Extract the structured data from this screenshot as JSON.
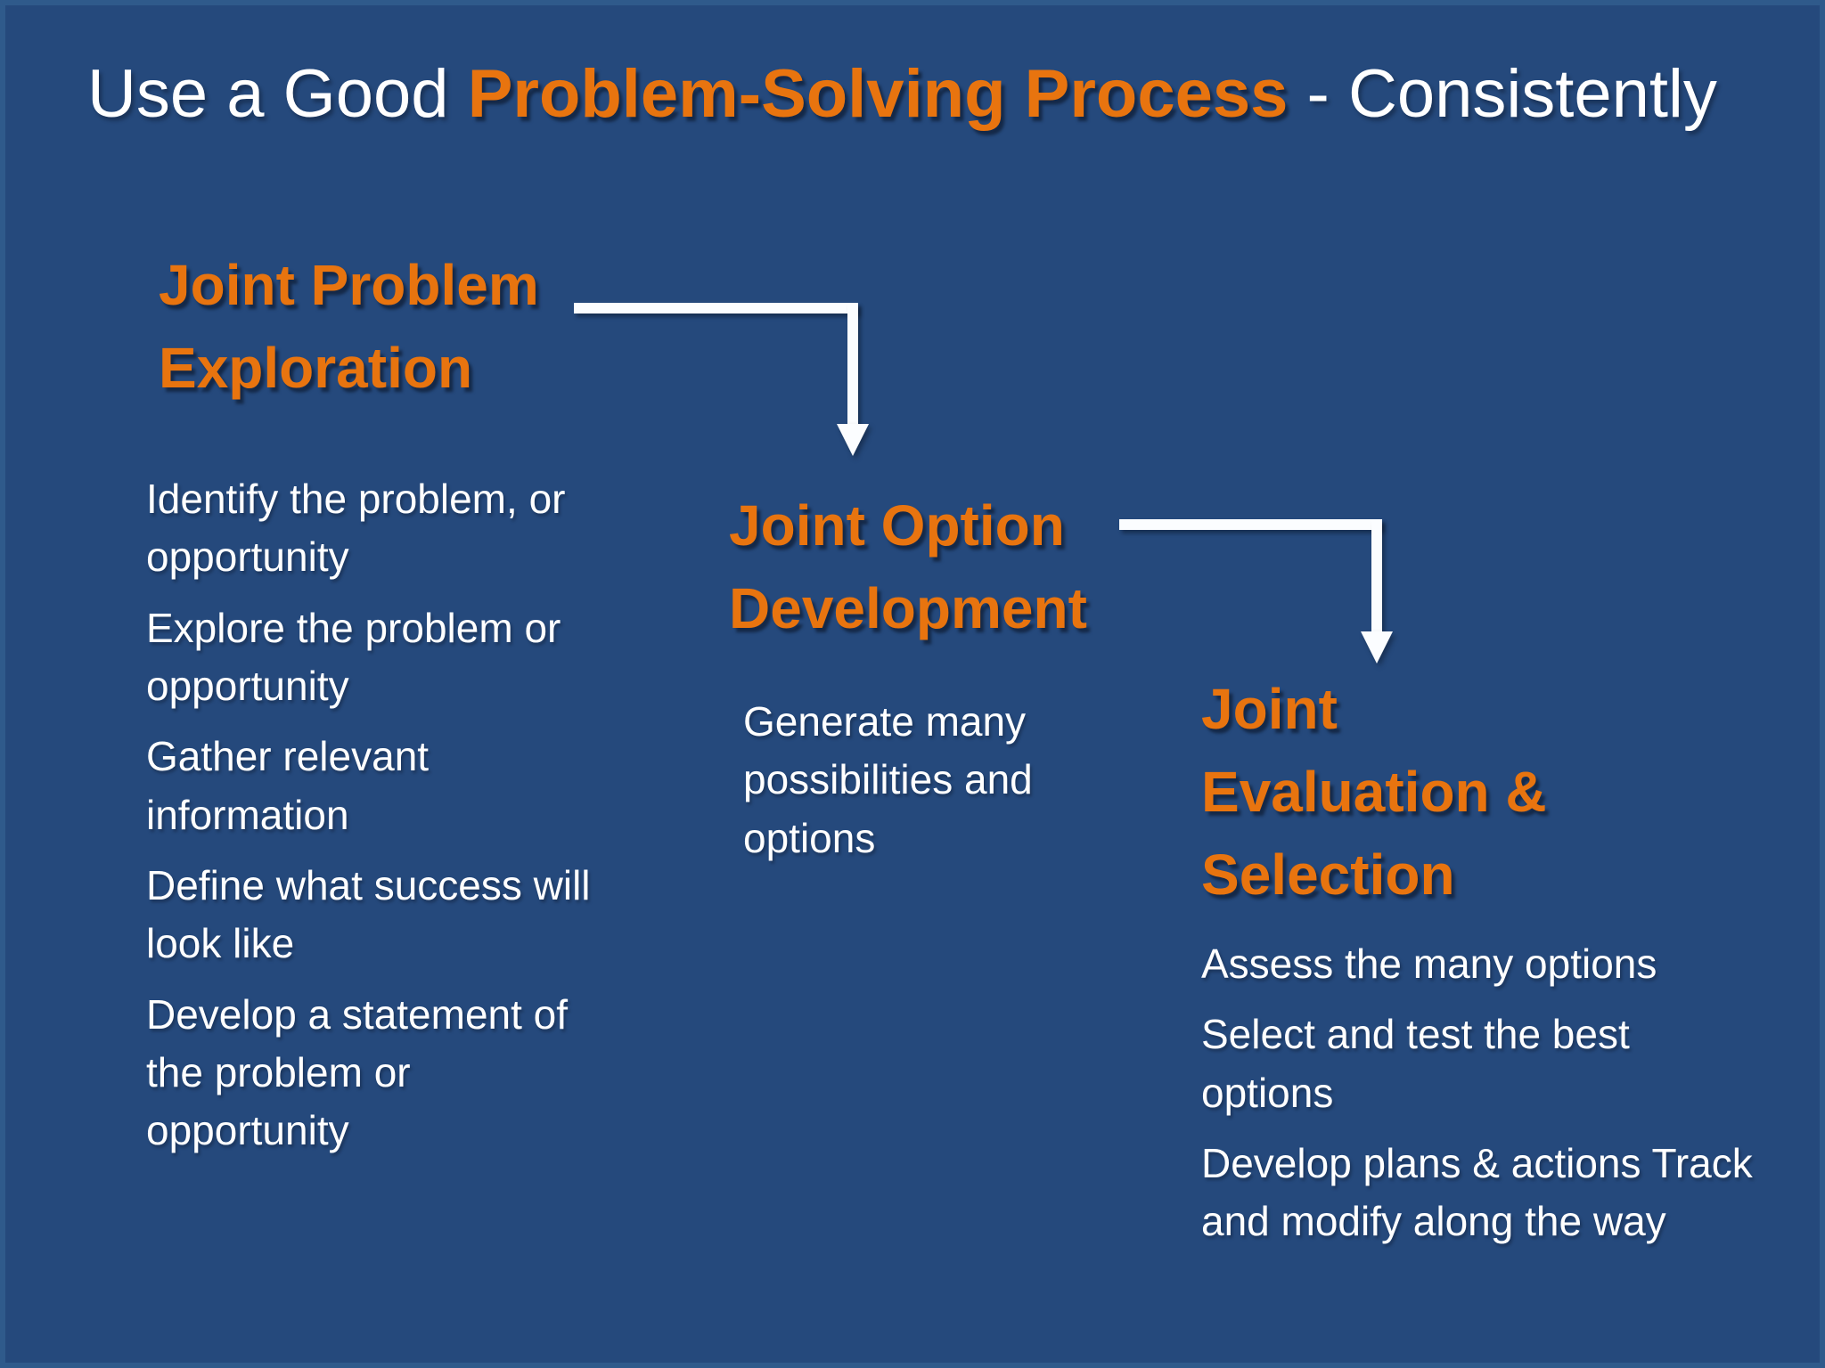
{
  "title": {
    "prefix": "Use a Good ",
    "highlight": "Problem-Solving Process",
    "suffix": " - Consistently"
  },
  "stages": [
    {
      "heading": "Joint Problem\nExploration",
      "items": [
        "Identify the problem, or\nopportunity",
        "Explore the problem or\nopportunity",
        "Gather relevant\ninformation",
        "Define what success will\nlook like",
        "Develop a statement of\nthe problem or\nopportunity"
      ]
    },
    {
      "heading": "Joint Option\nDevelopment",
      "items": [
        "Generate many\npossibilities and\noptions"
      ]
    },
    {
      "heading": "Joint\nEvaluation &\nSelection",
      "items": [
        "Assess the many options",
        "Select and test the best\noptions",
        "Develop plans & actions Track\nand modify along the way"
      ]
    }
  ],
  "colors": {
    "background": "#25497C",
    "frame": "#2F5A8B",
    "heading_orange": "#E8740F",
    "body_text": "#FFFFFF",
    "arrow": "#FBFDFF"
  }
}
